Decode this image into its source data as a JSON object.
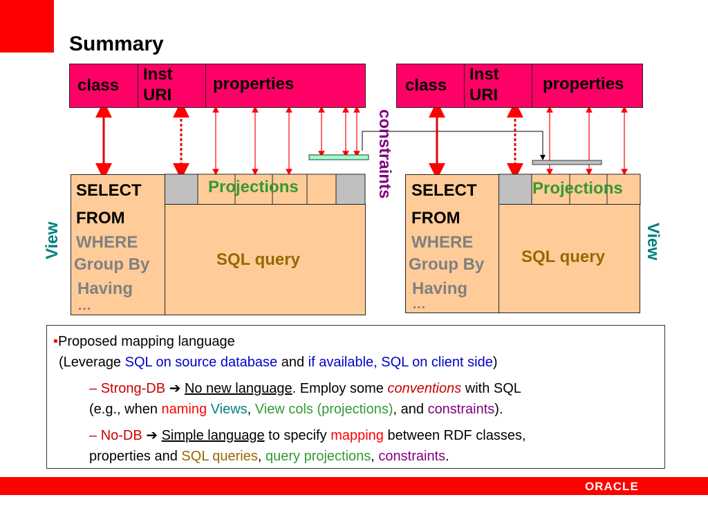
{
  "title": "Summary",
  "left": {
    "header": {
      "class": "class",
      "inst_uri": "Inst\nURI",
      "properties": "properties"
    },
    "sql": {
      "select": "SELECT",
      "from": "FROM",
      "where": "WHERE",
      "group_by": "Group By",
      "having": "Having",
      "ellipsis": "…"
    },
    "projections": "Projections",
    "sql_query": "SQL query",
    "view_label": "View"
  },
  "right": {
    "header": {
      "class": "class",
      "inst_uri": "Inst\nURI",
      "properties": "properties"
    },
    "sql": {
      "select": "SELECT",
      "from": "FROM",
      "where": "WHERE",
      "group_by": "Group By",
      "having": "Having",
      "ellipsis": "…"
    },
    "projections": "Projections",
    "sql_query": "SQL query",
    "view_label": "View"
  },
  "constraints_label": "constraints",
  "bullets": {
    "main": {
      "bullet": "•",
      "line1": "Proposed mapping language",
      "l2_open": "(Leverage ",
      "l2_sql_src": "SQL on source database",
      "l2_and": " and ",
      "l2_if": "if available, ",
      "l2_sql_client": "SQL on client side",
      "l2_close": ")"
    },
    "strong": {
      "dash": "– ",
      "name": "Strong-DB",
      "arrow": " ➔ ",
      "no_new": "No new language",
      "employ": ". Employ some ",
      "conventions": "conventions",
      "with_sql": " with SQL",
      "eg": "(e.g., when ",
      "naming": "naming",
      "views": " Views",
      "comma1": ", ",
      "view_cols": "View cols (projections)",
      "and": ", and ",
      "constraints": "constraints",
      "end": ")."
    },
    "nodb": {
      "dash": "– ",
      "name": "No-DB",
      "arrow": " ➔ ",
      "simple": "Simple language",
      "to_specify": " to specify ",
      "mapping": "mapping",
      "between": " between RDF classes,",
      "props_and": "properties and ",
      "sql_queries": "SQL queries",
      "comma1": ", ",
      "query_proj": "query projections",
      "comma2": ", ",
      "constraints": "constraints",
      "period": "."
    }
  },
  "logo": "ORACLE",
  "colors": {
    "pink": "#ff0066",
    "peach": "#ffcc99",
    "red": "#ff0000",
    "green": "#339933",
    "purple": "#800080",
    "teal": "#008080",
    "olive": "#996600",
    "blue": "#0000cc"
  }
}
